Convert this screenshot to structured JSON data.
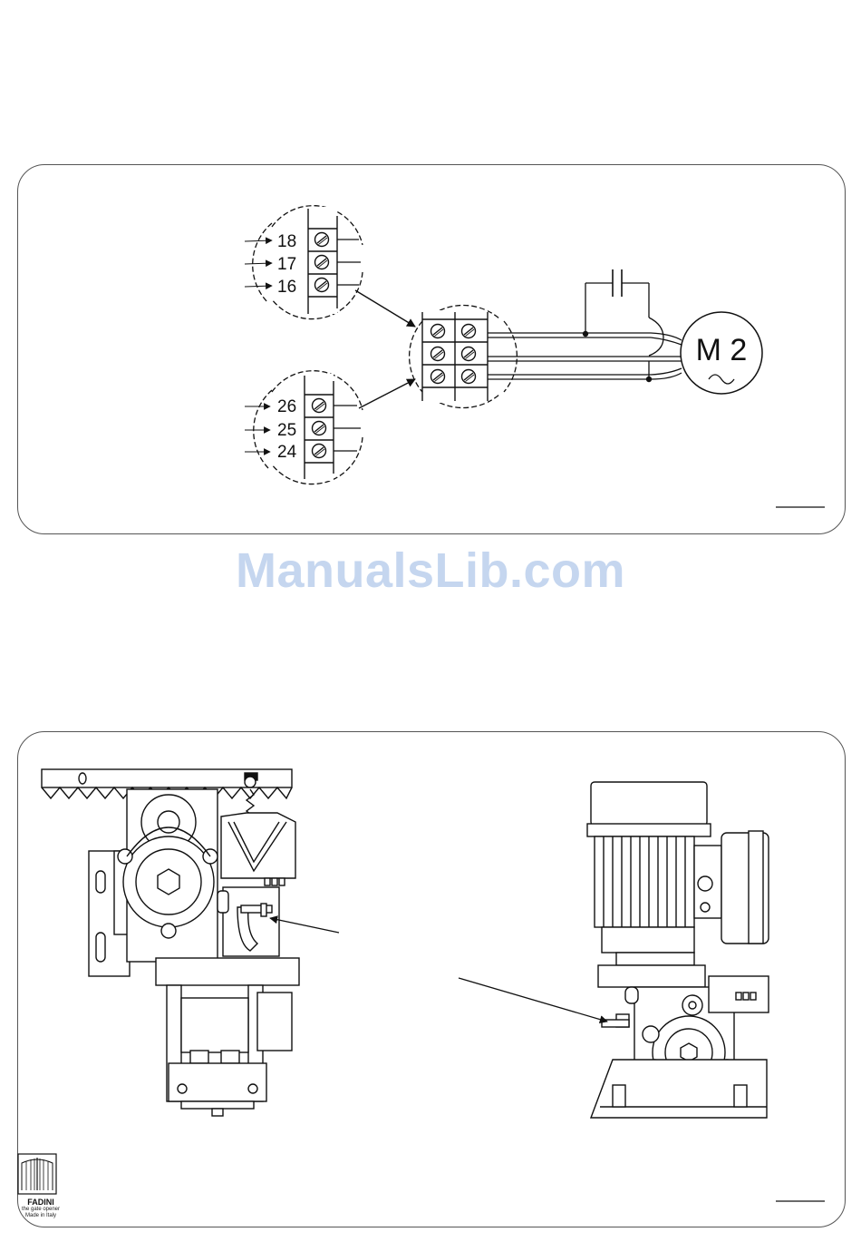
{
  "wiring": {
    "terminals_top": [
      "18",
      "17",
      "16"
    ],
    "terminals_bottom": [
      "26",
      "25",
      "24"
    ],
    "motor_label": "M 2"
  },
  "watermark": "ManualsLib.com",
  "logo": {
    "brand": "FADINI",
    "tagline": "the gate opener",
    "origin": "Made in Italy"
  }
}
